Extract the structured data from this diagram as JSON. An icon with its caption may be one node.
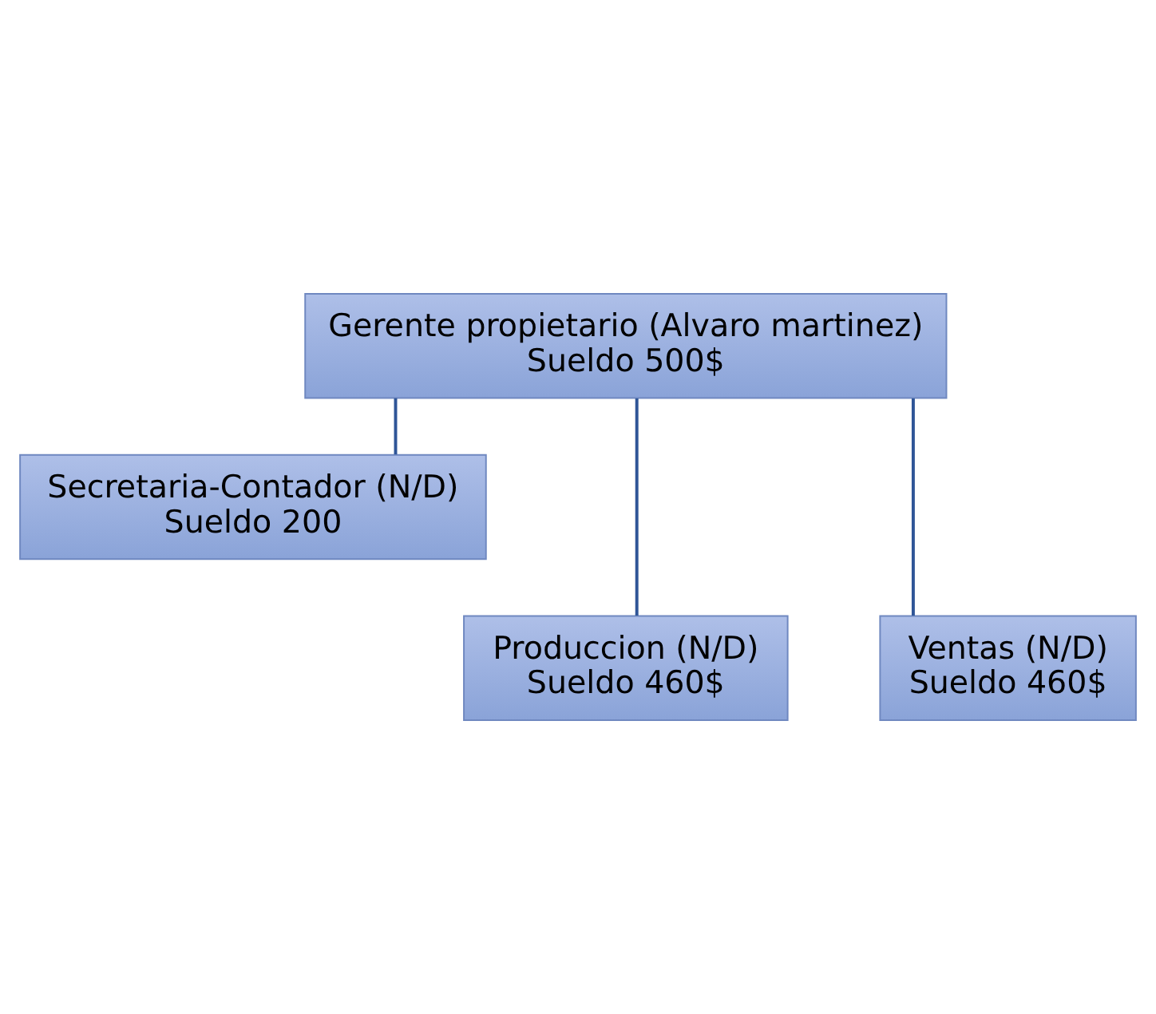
{
  "diagram": {
    "nodes": [
      {
        "text": [
          "Gerente propietario (Alvaro martinez)",
          "Sueldo 500$"
        ]
      },
      {
        "text": [
          "Secretaria-Contador (N/D)",
          "Sueldo 200"
        ]
      },
      {
        "text": [
          "Produccion (N/D)",
          "Sueldo 460$"
        ]
      },
      {
        "text": [
          "Ventas (N/D)",
          "Sueldo 460$"
        ]
      }
    ],
    "edges": [
      {
        "from": 0,
        "to": 1,
        "arrow": "none"
      },
      {
        "from": 0,
        "to": 2,
        "arrow": "none"
      },
      {
        "from": 0,
        "to": 3,
        "arrow": "none"
      }
    ]
  }
}
